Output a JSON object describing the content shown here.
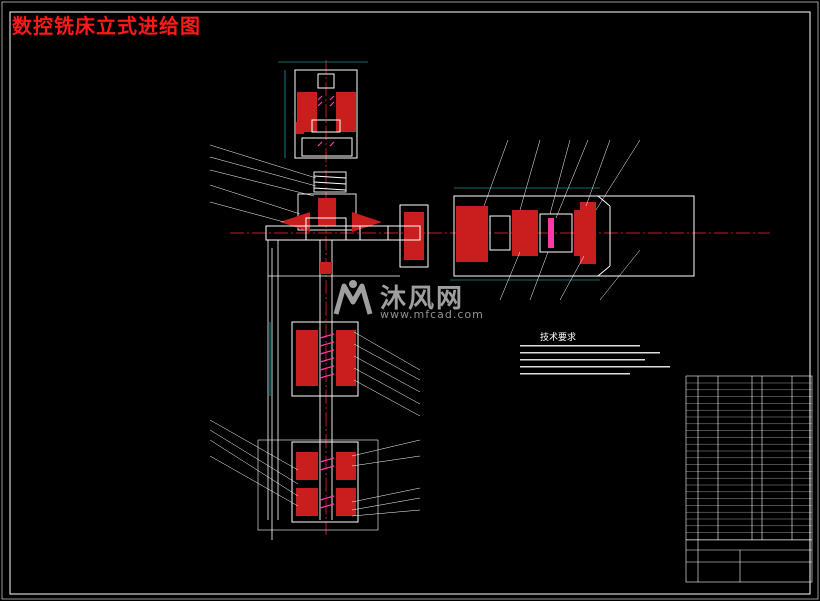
{
  "title": "数控铣床立式进给图",
  "watermark": {
    "brand": "沐风网",
    "url": "www.mfcad.com"
  },
  "technical_requirements_title": "技术要求",
  "colors": {
    "background": "#000000",
    "line_white": "#ffffff",
    "centerline_red": "#ff2a2a",
    "section_red": "#d81e1e",
    "dimension_cyan": "#2ad4d4",
    "hatch_magenta": "#ff3aa8",
    "title_red": "#ff1a1a"
  }
}
